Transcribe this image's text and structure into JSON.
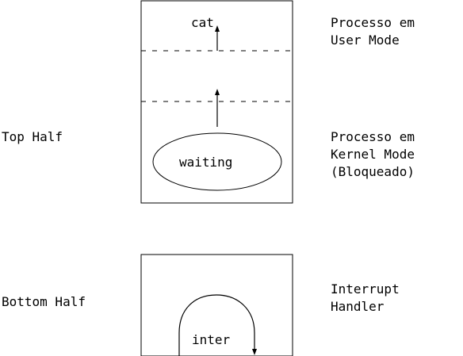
{
  "side_labels": {
    "top_half": "Top Half",
    "bottom_half": "Bottom Half"
  },
  "top_box": {
    "process_label": "cat",
    "state_label": "waiting"
  },
  "bottom_box": {
    "handler_label": "inter"
  },
  "right_labels": {
    "user_mode": [
      "Processo em",
      "User Mode"
    ],
    "kernel_mode": [
      "Processo em",
      "Kernel Mode",
      "(Bloqueado)"
    ],
    "interrupt": [
      "Interrupt",
      "Handler"
    ]
  }
}
